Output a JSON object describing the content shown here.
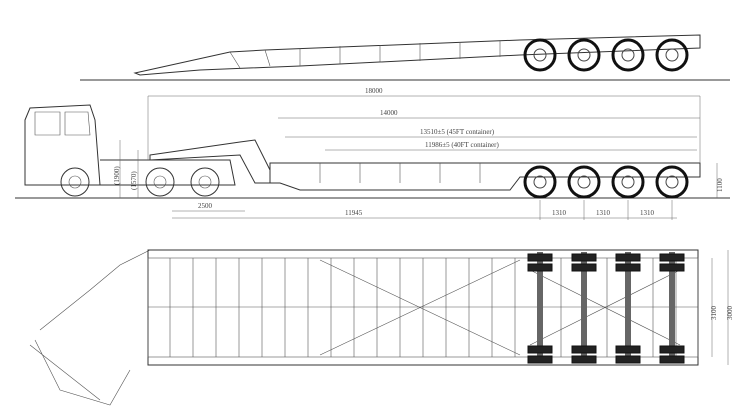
{
  "drawing": {
    "dimensions": {
      "overall_length": "18000",
      "deck_length": "14000",
      "container_45ft": "13510±5 (45FT container)",
      "container_40ft": "11986±5 (40FT container)",
      "kingpin_to_axle": "11945",
      "tractor_wheelbase": "2500",
      "axle_spacing_1": "1310",
      "axle_spacing_2": "1310",
      "axle_spacing_3": "1310",
      "deck_height": "1100",
      "gooseneck_height": "(1900)",
      "fifth_wheel_height": "(1570)",
      "inner_width": "3100",
      "overall_width": "3000"
    },
    "views": [
      "side-view-unhitched",
      "side-view-with-tractor",
      "top-view"
    ],
    "axle_count": 4
  }
}
